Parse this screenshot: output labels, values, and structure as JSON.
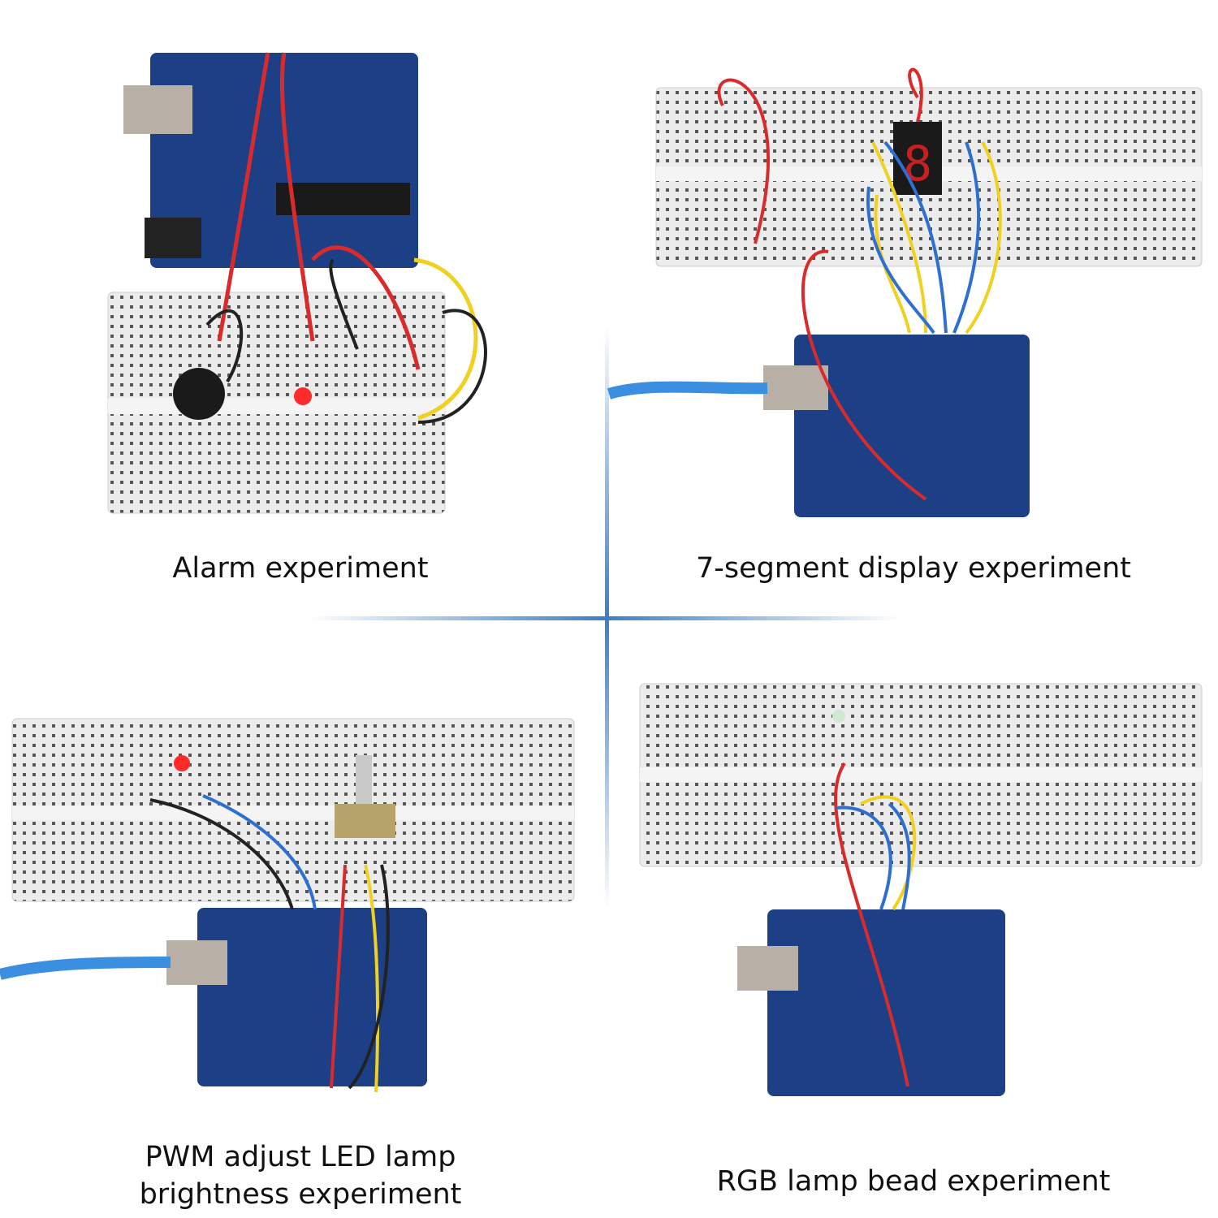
{
  "experiments": [
    {
      "caption": "Alarm experiment"
    },
    {
      "caption": "7-segment display experiment"
    },
    {
      "caption_line1": "PWM adjust LED lamp",
      "caption_line2": "brightness experiment"
    },
    {
      "caption": "RGB lamp bead experiment"
    }
  ],
  "colors": {
    "divider": "#3b7fc4",
    "board": "#1d3f86",
    "breadboard": "#eeeeee",
    "wire_red": "#d92b2b",
    "wire_blue": "#2f6fd0",
    "wire_yellow": "#f0d020",
    "wire_black": "#222222",
    "usb_cable": "#3a8fe0"
  }
}
